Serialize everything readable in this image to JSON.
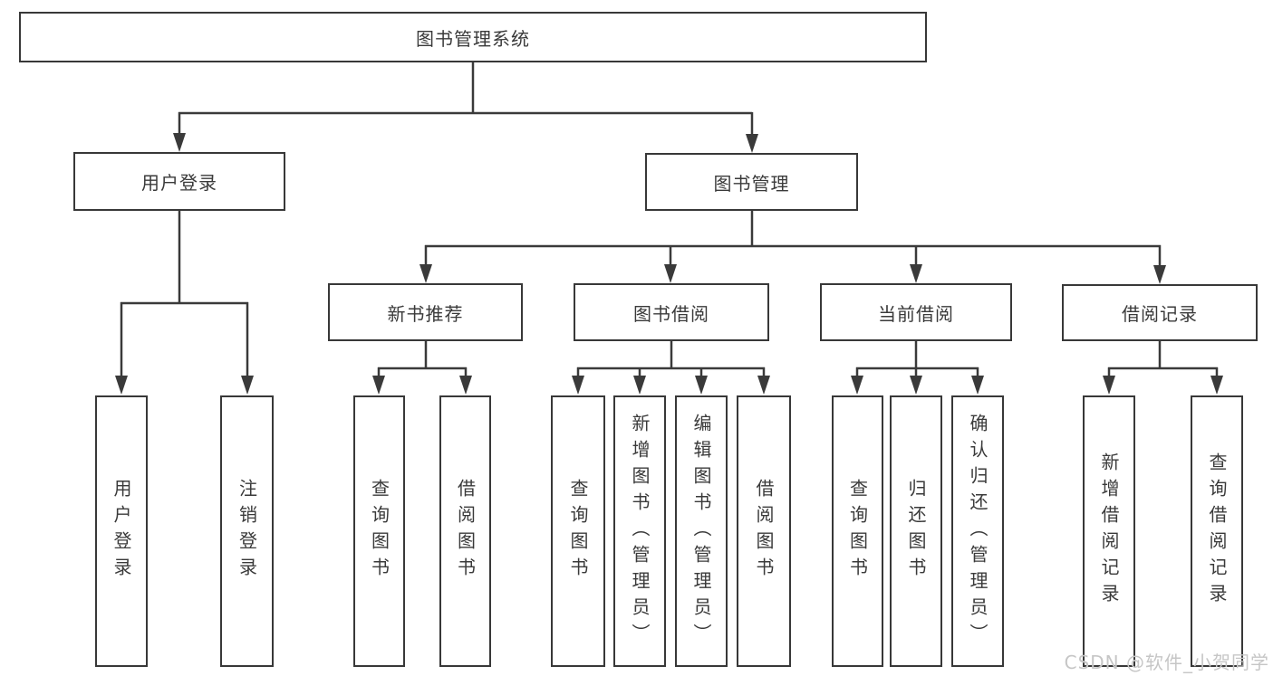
{
  "colors": {
    "line": "#3a3a3a",
    "box_border": "#383838",
    "text": "#3a3a3a",
    "watermark": "#c6c6c6",
    "background": "#ffffff"
  },
  "watermark": {
    "text": "CSDN @软件_小贺同学"
  },
  "tree": {
    "label": "图书管理系统",
    "children": [
      {
        "label": "用户登录",
        "children": [
          {
            "label": "用户登录"
          },
          {
            "label": "注销登录"
          }
        ]
      },
      {
        "label": "图书管理",
        "children": [
          {
            "label": "新书推荐",
            "children": [
              {
                "label": "查询图书"
              },
              {
                "label": "借阅图书"
              }
            ]
          },
          {
            "label": "图书借阅",
            "children": [
              {
                "label": "查询图书"
              },
              {
                "label": "新增图书（管理员）"
              },
              {
                "label": "编辑图书（管理员）"
              },
              {
                "label": "借阅图书"
              }
            ]
          },
          {
            "label": "当前借阅",
            "children": [
              {
                "label": "查询图书"
              },
              {
                "label": "归还图书"
              },
              {
                "label": "确认归还（管理员）"
              }
            ]
          },
          {
            "label": "借阅记录",
            "children": [
              {
                "label": "新增借阅记录"
              },
              {
                "label": "查询借阅记录"
              }
            ]
          }
        ]
      }
    ]
  }
}
